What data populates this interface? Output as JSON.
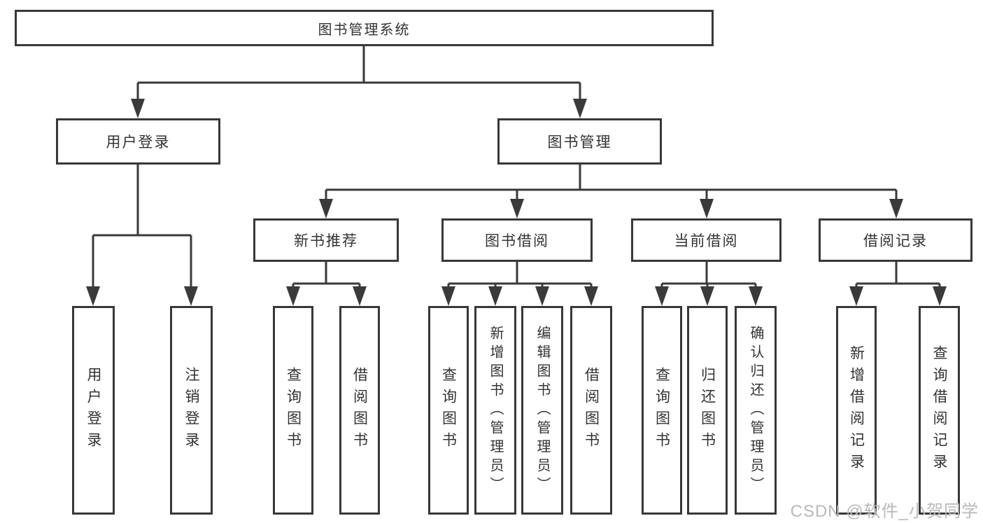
{
  "diagram": {
    "root": {
      "label": "图书管理系统"
    },
    "level2": [
      {
        "label": "用户登录",
        "children": [
          {
            "label": "用户登录"
          },
          {
            "label": "注销登录"
          }
        ]
      },
      {
        "label": "图书管理",
        "children": [
          {
            "label": "新书推荐",
            "children": [
              {
                "label": "查询图书"
              },
              {
                "label": "借阅图书"
              }
            ]
          },
          {
            "label": "图书借阅",
            "children": [
              {
                "label": "查询图书"
              },
              {
                "label": "新增图书（管理员）"
              },
              {
                "label": "编辑图书（管理员）"
              },
              {
                "label": "借阅图书"
              }
            ]
          },
          {
            "label": "当前借阅",
            "children": [
              {
                "label": "查询图书"
              },
              {
                "label": "归还图书"
              },
              {
                "label": "确认归还（管理员）"
              }
            ]
          },
          {
            "label": "借阅记录",
            "children": [
              {
                "label": "新增借阅记录"
              },
              {
                "label": "查询借阅记录"
              }
            ]
          }
        ]
      }
    ]
  },
  "watermark": "CSDN @软件_小贺同学",
  "colors": {
    "line": "#3a3a3a",
    "text": "#333333",
    "box_background": "#ffffff",
    "watermark": "#b9b9b9"
  }
}
